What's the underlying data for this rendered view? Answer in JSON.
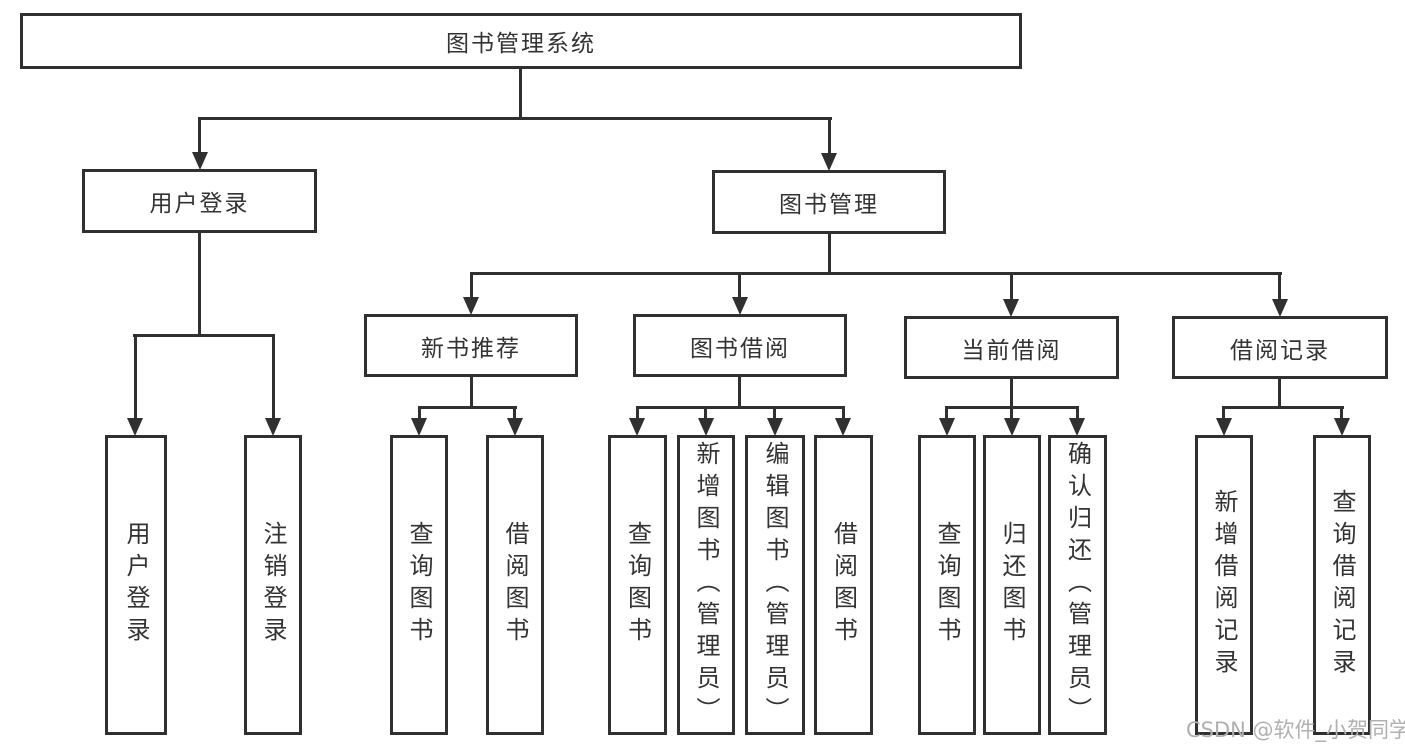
{
  "diagram": {
    "type": "hierarchy-tree",
    "root": {
      "label": "图书管理系统",
      "children": [
        {
          "label": "用户登录",
          "children": [
            {
              "label": "用户登录"
            },
            {
              "label": "注销登录"
            }
          ]
        },
        {
          "label": "图书管理",
          "children": [
            {
              "label": "新书推荐",
              "children": [
                {
                  "label": "查询图书"
                },
                {
                  "label": "借阅图书"
                }
              ]
            },
            {
              "label": "图书借阅",
              "children": [
                {
                  "label": "查询图书"
                },
                {
                  "label": "新增图书（管理员）"
                },
                {
                  "label": "编辑图书（管理员）"
                },
                {
                  "label": "借阅图书"
                }
              ]
            },
            {
              "label": "当前借阅",
              "children": [
                {
                  "label": "查询图书"
                },
                {
                  "label": "归还图书"
                },
                {
                  "label": "确认归还（管理员）"
                }
              ]
            },
            {
              "label": "借阅记录",
              "children": [
                {
                  "label": "新增借阅记录"
                },
                {
                  "label": "查询借阅记录"
                }
              ]
            }
          ]
        }
      ]
    },
    "colors": {
      "line": "#303030",
      "text": "#333333",
      "box_background": "#ffffff",
      "page_background": "#ffffff",
      "watermark": "#b0b0b0"
    }
  },
  "watermark": {
    "text": "CSDN @软件_小贺同学"
  }
}
